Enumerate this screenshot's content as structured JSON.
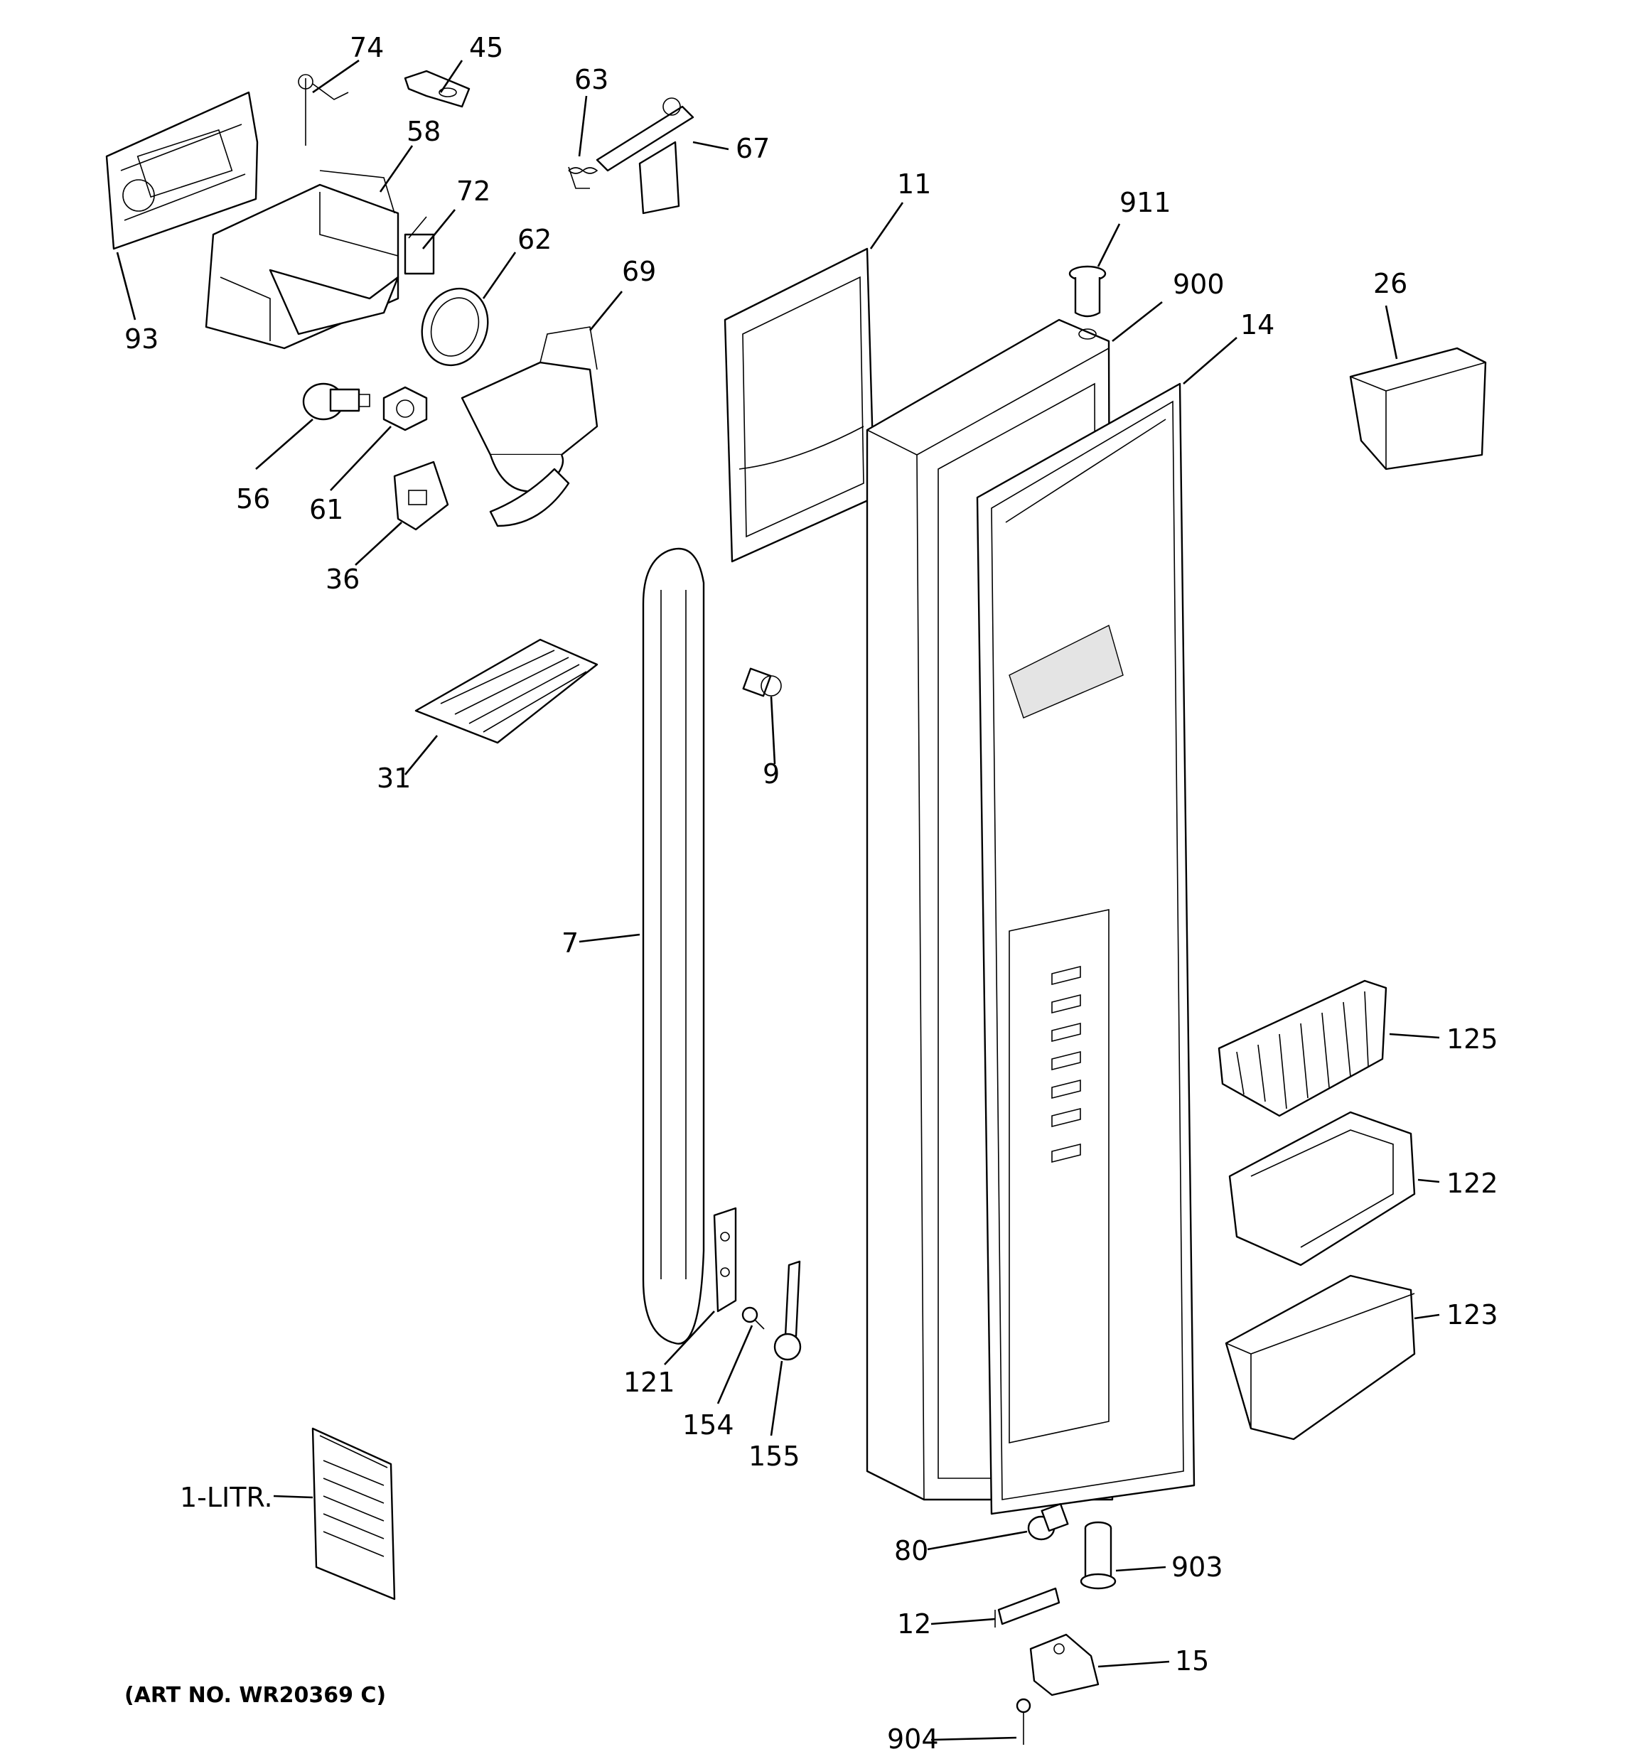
{
  "diagram": {
    "art_number": "(ART NO. WR20369 C)",
    "callouts": [
      {
        "id": "c74",
        "label": "74"
      },
      {
        "id": "c45",
        "label": "45"
      },
      {
        "id": "c63",
        "label": "63"
      },
      {
        "id": "c67",
        "label": "67"
      },
      {
        "id": "c58",
        "label": "58"
      },
      {
        "id": "c72",
        "label": "72"
      },
      {
        "id": "c62",
        "label": "62"
      },
      {
        "id": "c69",
        "label": "69"
      },
      {
        "id": "c93",
        "label": "93"
      },
      {
        "id": "c56",
        "label": "56"
      },
      {
        "id": "c61",
        "label": "61"
      },
      {
        "id": "c36",
        "label": "36"
      },
      {
        "id": "c11",
        "label": "11"
      },
      {
        "id": "c911",
        "label": "911"
      },
      {
        "id": "c900",
        "label": "900"
      },
      {
        "id": "c14",
        "label": "14"
      },
      {
        "id": "c26",
        "label": "26"
      },
      {
        "id": "c31",
        "label": "31"
      },
      {
        "id": "c9",
        "label": "9"
      },
      {
        "id": "c7",
        "label": "7"
      },
      {
        "id": "c125",
        "label": "125"
      },
      {
        "id": "c122",
        "label": "122"
      },
      {
        "id": "c123",
        "label": "123"
      },
      {
        "id": "c121",
        "label": "121"
      },
      {
        "id": "c154",
        "label": "154"
      },
      {
        "id": "c155",
        "label": "155"
      },
      {
        "id": "c1litr",
        "label": "1-LITR."
      },
      {
        "id": "c80",
        "label": "80"
      },
      {
        "id": "c903",
        "label": "903"
      },
      {
        "id": "c12",
        "label": "12"
      },
      {
        "id": "c15",
        "label": "15"
      },
      {
        "id": "c904",
        "label": "904"
      }
    ]
  }
}
